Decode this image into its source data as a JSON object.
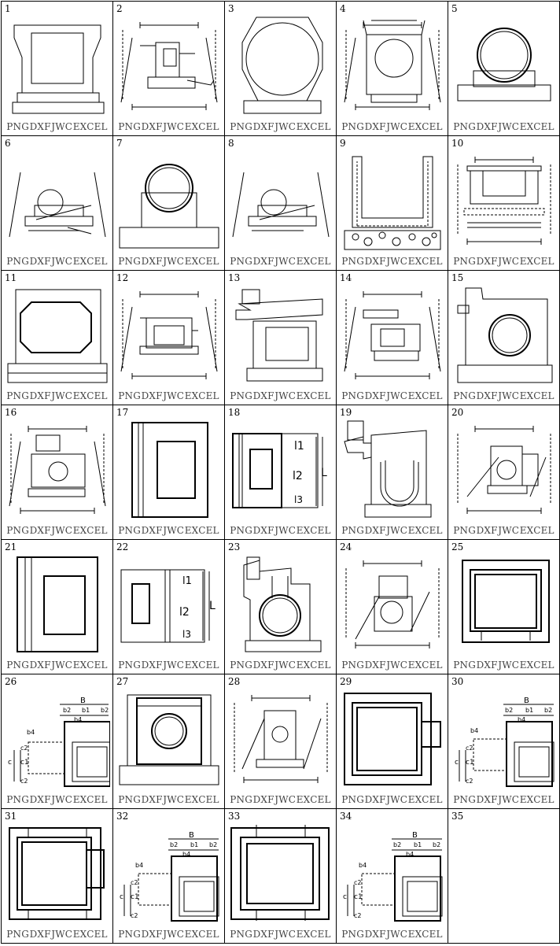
{
  "cells": [
    {
      "number": "1",
      "icon": "abutment-drawing-icon"
    },
    {
      "number": "2",
      "icon": "dimensioned-abutment-section-icon"
    },
    {
      "number": "3",
      "icon": "octagonal-culvert-icon"
    },
    {
      "number": "4",
      "icon": "dimensioned-pipe-culvert-icon"
    },
    {
      "number": "5",
      "icon": "pipe-on-cradle-icon"
    },
    {
      "number": "6",
      "icon": "dimensioned-pipe-bedding-icon"
    },
    {
      "number": "7",
      "icon": "pipe-saddle-icon"
    },
    {
      "number": "8",
      "icon": "dimensioned-pipe-bedding-icon"
    },
    {
      "number": "9",
      "icon": "u-channel-on-rubble-icon"
    },
    {
      "number": "10",
      "icon": "dimensioned-u-channel-icon"
    },
    {
      "number": "11",
      "icon": "box-culvert-icon"
    },
    {
      "number": "12",
      "icon": "dimensioned-box-culvert-icon"
    },
    {
      "number": "13",
      "icon": "retaining-wall-icon"
    },
    {
      "number": "14",
      "icon": "dimensioned-retaining-wall-icon"
    },
    {
      "number": "15",
      "icon": "wall-with-pipe-icon"
    },
    {
      "number": "16",
      "icon": "dimensioned-wall-with-pipe-icon"
    },
    {
      "number": "17",
      "icon": "plan-view-slab-icon"
    },
    {
      "number": "18",
      "icon": "plan-view-l-dimension-icon"
    },
    {
      "number": "19",
      "icon": "headwall-with-pipe-icon"
    },
    {
      "number": "20",
      "icon": "dimensioned-headwall-icon"
    },
    {
      "number": "21",
      "icon": "plan-view-slab-icon"
    },
    {
      "number": "22",
      "icon": "plan-view-l-dimension-icon"
    },
    {
      "number": "23",
      "icon": "keyhole-headwall-icon"
    },
    {
      "number": "24",
      "icon": "dimensioned-keyhole-headwall-icon"
    },
    {
      "number": "25",
      "icon": "double-frame-plan-icon"
    },
    {
      "number": "26",
      "icon": "dimensioned-frame-plan-icon"
    },
    {
      "number": "27",
      "icon": "manhole-with-pipe-icon"
    },
    {
      "number": "28",
      "icon": "dimensioned-manhole-icon"
    },
    {
      "number": "29",
      "icon": "frame-plan-with-inlet-icon"
    },
    {
      "number": "30",
      "icon": "dimensioned-frame-plan-icon"
    },
    {
      "number": "31",
      "icon": "frame-plan-with-inlet-icon"
    },
    {
      "number": "32",
      "icon": "dimensioned-frame-plan-icon"
    },
    {
      "number": "33",
      "icon": "frame-plan-with-legs-icon"
    },
    {
      "number": "34",
      "icon": "dimensioned-frame-plan-icon"
    },
    {
      "number": "35",
      "icon": ""
    }
  ],
  "links": [
    "PNG",
    "DXF",
    "JWC",
    "EXCEL"
  ],
  "labels": {
    "L": "L",
    "l1": "l1",
    "l2": "l2",
    "l3": "l3",
    "B": "B",
    "b1": "b1",
    "b2": "b2",
    "b4": "b4",
    "c": "c",
    "c1": "c1",
    "c2": "c2"
  }
}
